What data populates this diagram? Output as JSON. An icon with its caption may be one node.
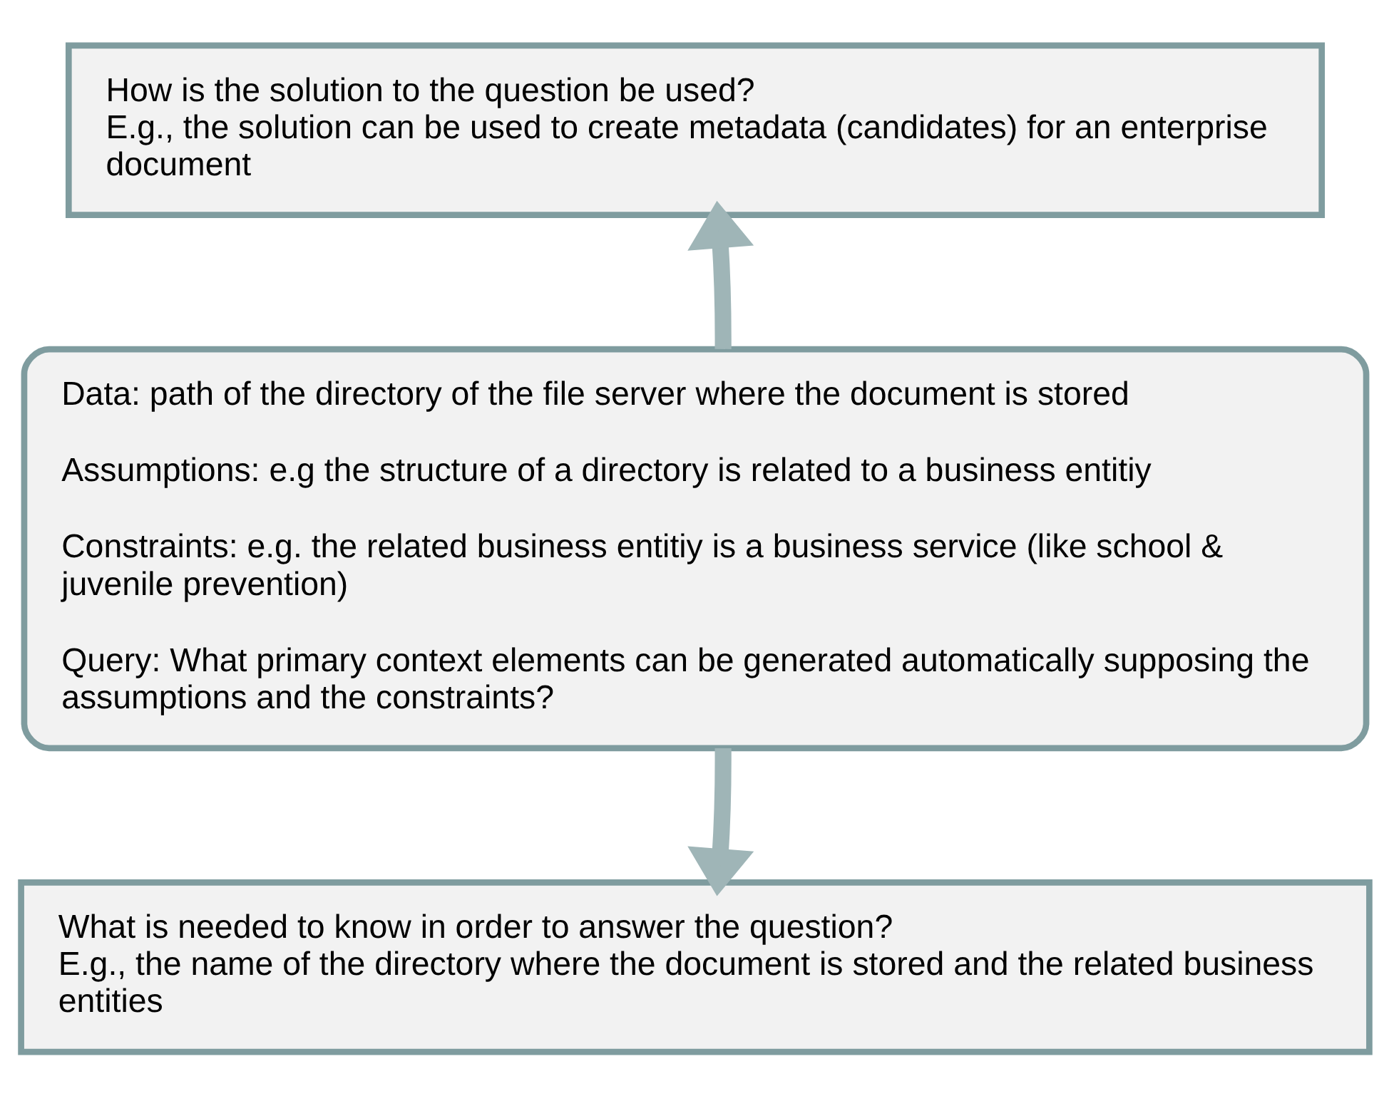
{
  "diagram": {
    "nodes": [
      {
        "text": [
          "How is the solution to the question be used?",
          "E.g., the solution can be used to create metadata (candidates) for an enterprise document"
        ]
      },
      {
        "text": [
          "Data: path of the directory of the file server where the document is stored",
          "Assumptions: e.g the structure of a directory is related to a business entitiy",
          "Constraints: e.g. the related business entitiy is a business service (like school & juvenile prevention)",
          "Query: What primary context elements can be generated automatically supposing the assumptions and the constraints?"
        ]
      },
      {
        "text": [
          "What is needed to know in order to answer the question?",
          "E.g., the name of the directory where the document is stored and the related business entities"
        ]
      }
    ],
    "edges": [
      {
        "from": 1,
        "to": 0,
        "arrow": "to"
      },
      {
        "from": 1,
        "to": 2,
        "arrow": "to"
      }
    ]
  }
}
